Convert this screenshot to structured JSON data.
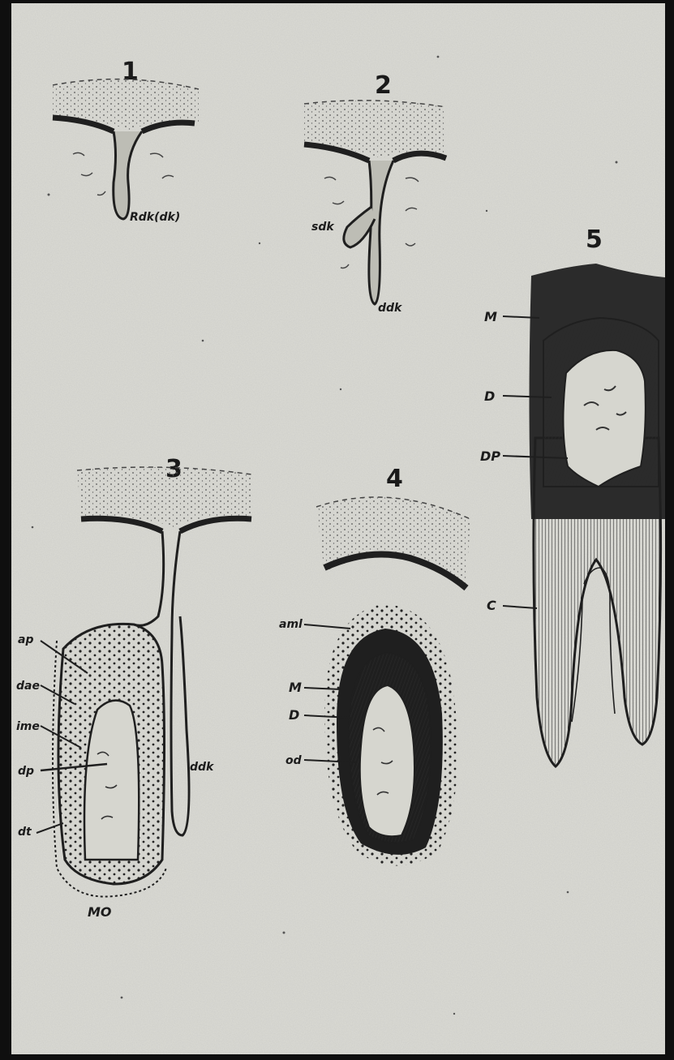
{
  "stages": [
    {
      "number": "1",
      "labels": {
        "lamina": "Rdk(dk)"
      }
    },
    {
      "number": "2",
      "labels": {
        "successional": "sdk",
        "primary": "ddk"
      }
    },
    {
      "number": "3",
      "labels": {
        "pulp_layer": "ap",
        "outer_epithelium": "dae",
        "inner_epithelium": "ime",
        "papilla": "dp",
        "sac": "dt",
        "lamina": "ddk",
        "bottom": "MO"
      }
    },
    {
      "number": "4",
      "labels": {
        "ameloblasts": "aml",
        "enamel": "M",
        "dentin": "D",
        "odontoblasts": "od"
      }
    },
    {
      "number": "5",
      "labels": {
        "enamel": "M",
        "dentin": "D",
        "pulp": "DP",
        "cement": "C"
      }
    }
  ],
  "colors": {
    "paper": "#dcdcd6",
    "ink": "#1f1f1f",
    "enamel_dark": "#2b2b2b",
    "border": "#0f0f0f"
  }
}
